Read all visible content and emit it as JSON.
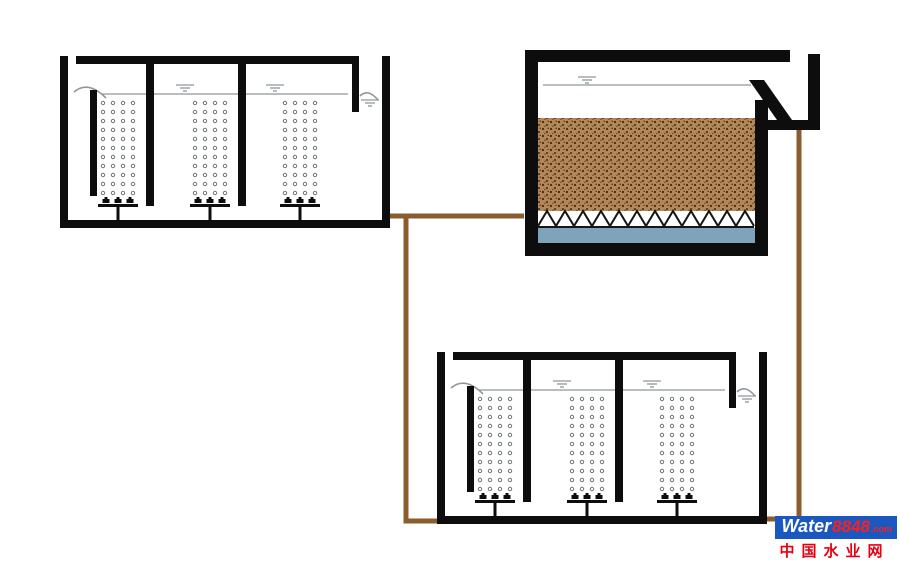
{
  "meta": {
    "description": "Process flow diagram: two multi-chamber aerated tanks connected by pipes to a granular media filter"
  },
  "colors": {
    "structure": "#0d0d0d",
    "pipe": "#8a5c2e",
    "media_base": "#b4875a",
    "media_dot": "#43290f",
    "clear_water": "#7fa3b8",
    "water_line": "#8f969b",
    "bubble": "#70767b",
    "brand_bg": "#1a58bf",
    "brand_fg": "#ffffff",
    "accent": "#e60012",
    "number_color": "#ff1e1e"
  },
  "components": {
    "tank_upper": "aeration-tank-upper",
    "filter": "media-filter",
    "tank_lower": "aeration-tank-lower"
  },
  "logo": {
    "brand": "Water",
    "number": "8848",
    "tld": ".com",
    "subtitle": "中国水业网"
  }
}
